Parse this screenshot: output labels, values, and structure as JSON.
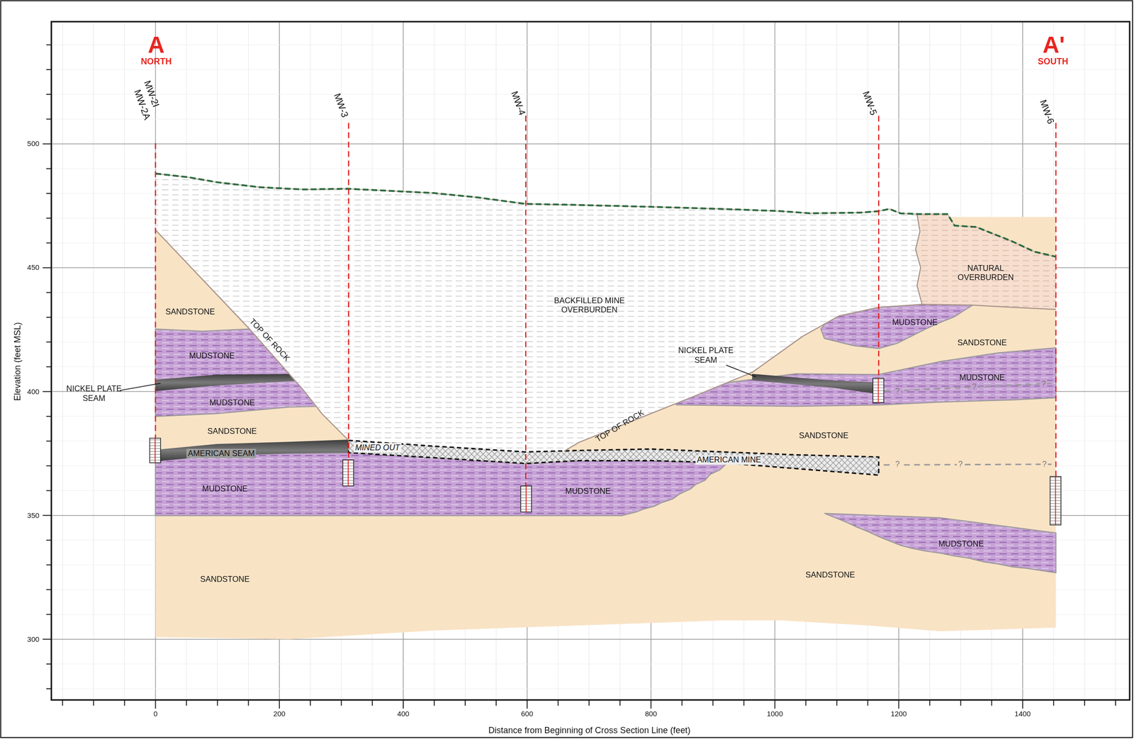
{
  "diagram": {
    "labels": [
      "A",
      "NORTH",
      "A'",
      "SOUTH",
      "MW-2I",
      "MW-2A",
      "MW-3",
      "MW-4",
      "MW-5",
      "MW-6",
      "SANDSTONE",
      "MUDSTONE",
      "NICKEL PLATE SEAM",
      "MUDSTONE",
      "TOP OF ROCK",
      "SANDSTONE",
      "AMERICAN SEAM",
      "MINED OUT",
      "BACKFILLED MINE OVERBURDEN",
      "MUDSTONE",
      "MUDSTONE",
      "AMERICAN MINE",
      "TOP OF ROCK",
      "NICKEL PLATE SEAM",
      "MUDSTONE",
      "SANDSTONE",
      "NATURAL OVERBURDEN",
      "MUDSTONE",
      "SANDSTONE",
      "MUDSTONE",
      "SANDSTONE",
      "SANDSTONE",
      "?",
      "?",
      "?",
      "?",
      "?",
      "?",
      "Elevation (feet MSL)",
      "500",
      "450",
      "400",
      "350",
      "300",
      "0",
      "200",
      "400",
      "600",
      "800",
      "1000",
      "1200",
      "1400",
      "Distance from Beginning of Cross Section Line (feet)"
    ]
  }
}
